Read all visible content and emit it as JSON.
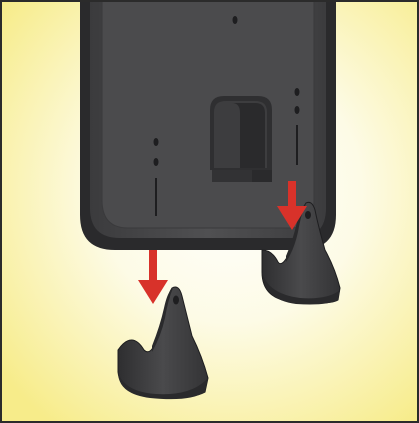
{
  "illustration": {
    "subject": "device-back-with-two-stand-feet",
    "frame_color": "#2b2b2b",
    "background_center": "#ffffff",
    "background_edge": "#f7ec8a",
    "device_color": "#4a4a4c",
    "device_edge_color": "#2a2a2c",
    "foot_color": "#3e3e40",
    "arrow_color": "#d8322a",
    "arrow_count": 2,
    "foot_count": 2
  }
}
